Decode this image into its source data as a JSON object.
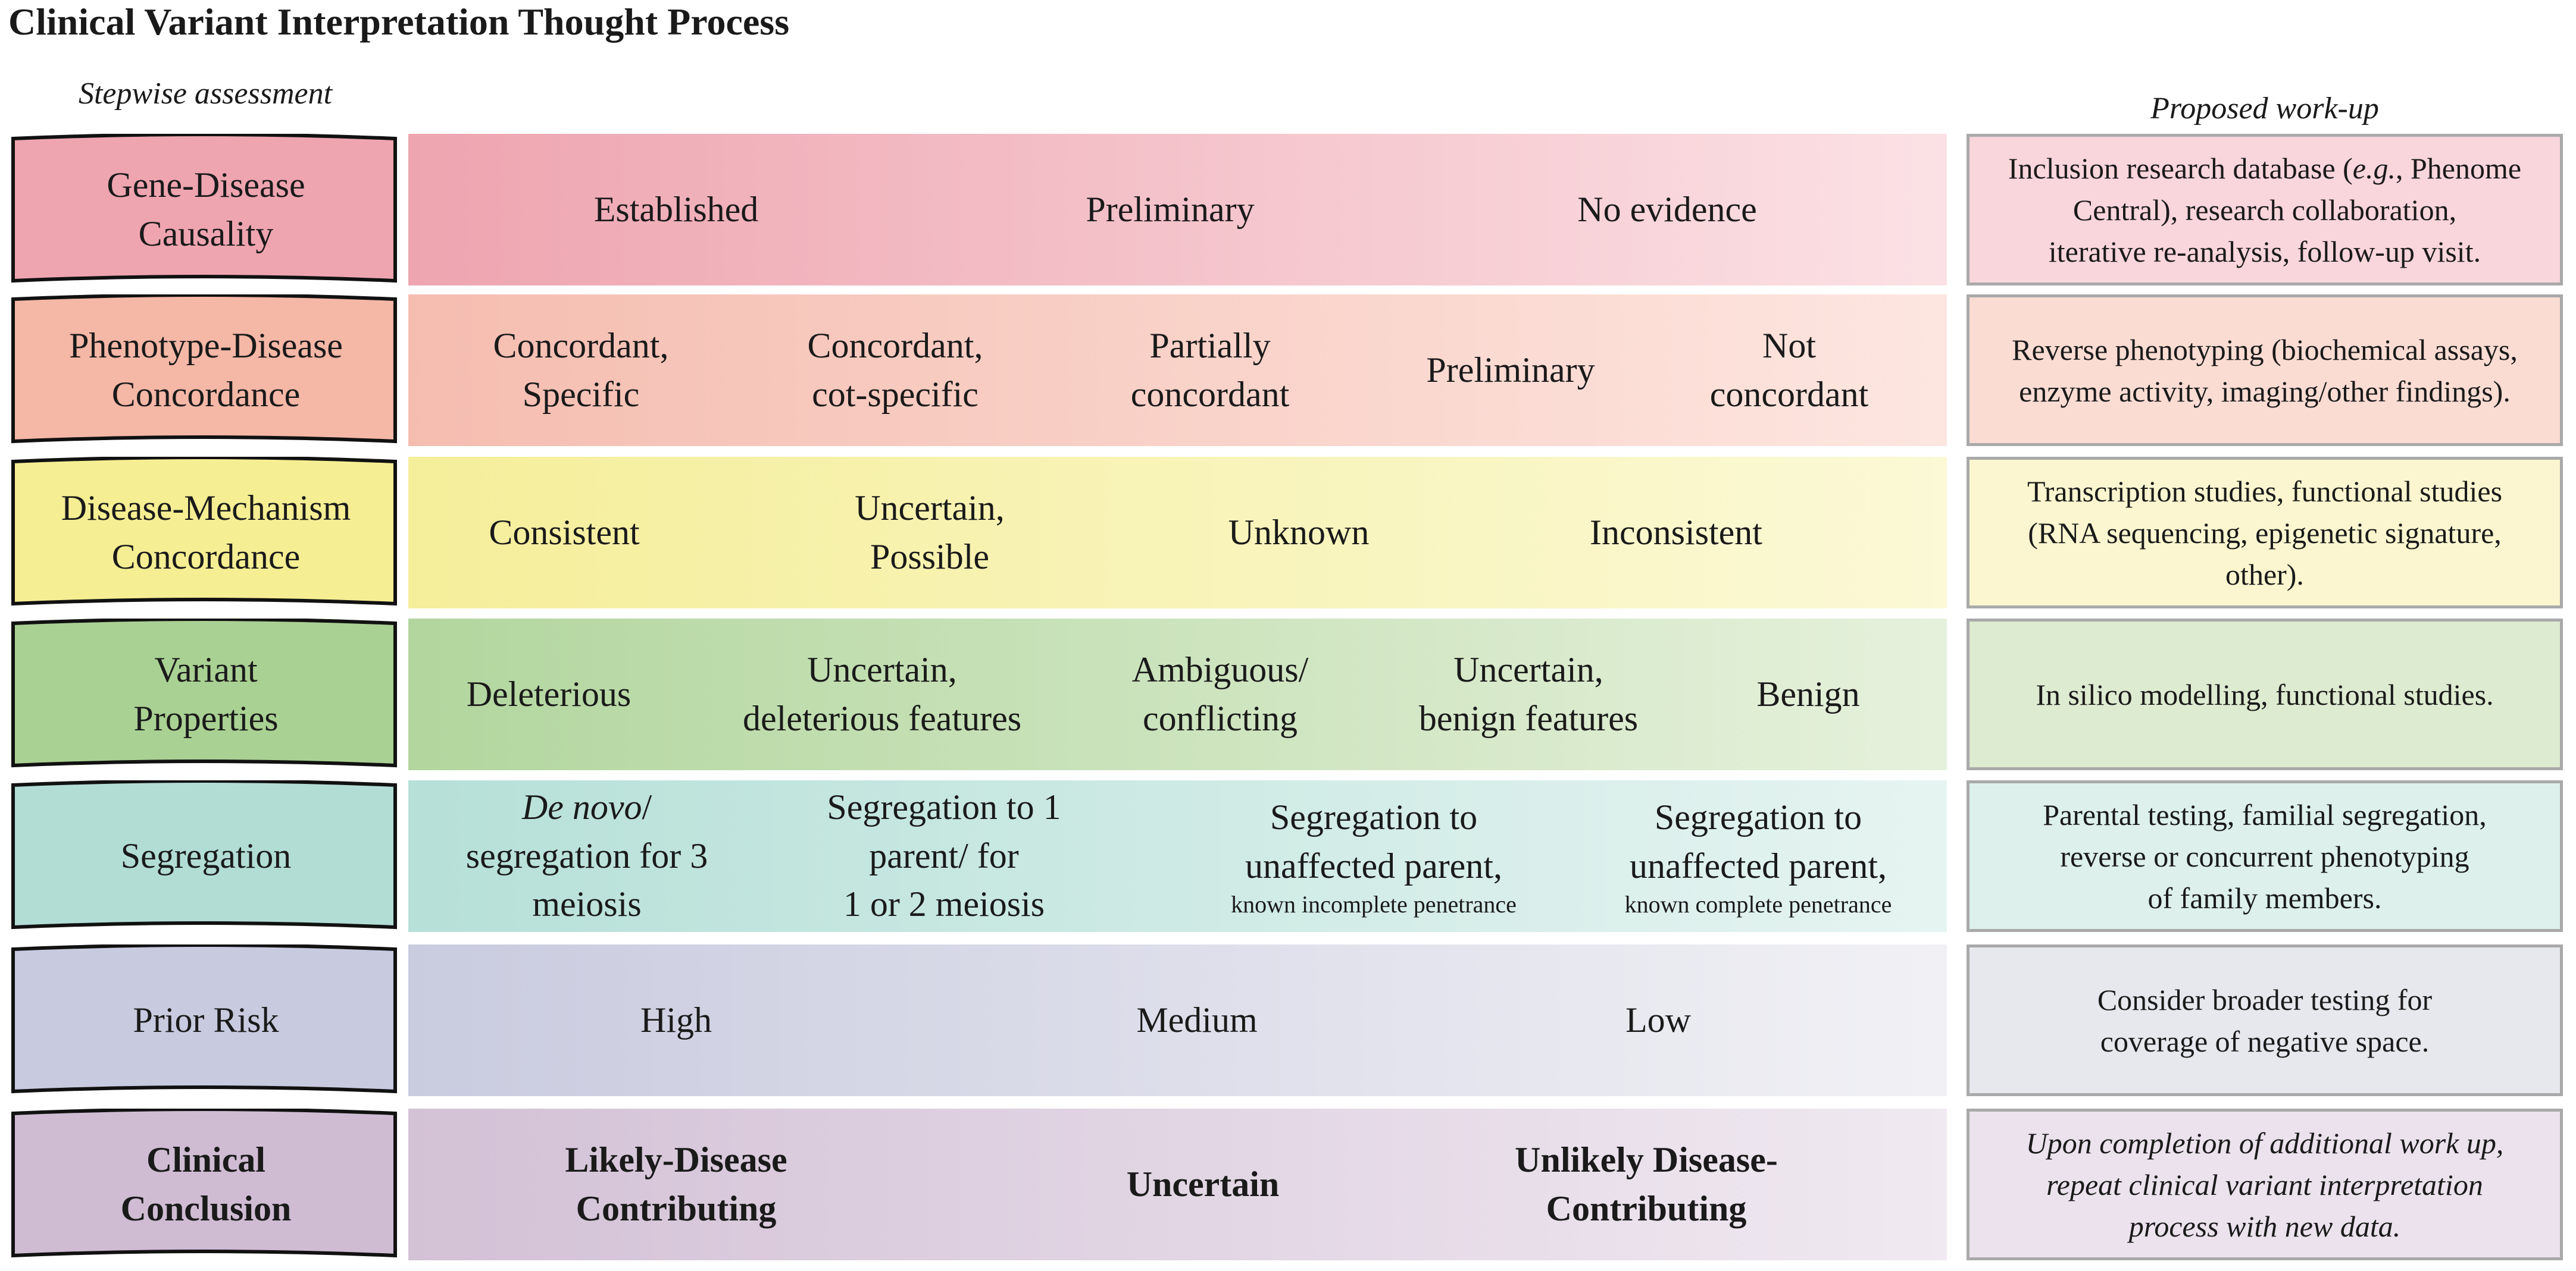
{
  "title": "Clinical Variant Interpretation Thought Process",
  "headers": {
    "left": "Stepwise assessment",
    "right": "Proposed work-up"
  },
  "rows": [
    {
      "label": [
        "Gene-Disease",
        "Causality"
      ],
      "color": "#eea5b0",
      "band_start": "#eea5b0",
      "band_end": "#fbe1e5",
      "workup_bg": "#f9d5dc",
      "cells": [
        {
          "lines": [
            "Established"
          ]
        },
        {
          "lines": [
            "Preliminary"
          ]
        },
        {
          "lines": [
            "No evidence"
          ]
        }
      ],
      "workup": [
        "Inclusion research database (e.g., Phenome",
        "Central), research collaboration,",
        "iterative re-analysis, follow-up visit."
      ]
    },
    {
      "label": [
        "Phenotype-Disease",
        "Concordance"
      ],
      "color": "#f5b7a6",
      "band_start": "#f5bdb0",
      "band_end": "#fde6e0",
      "workup_bg": "#fbdcd3",
      "cells": [
        {
          "lines": [
            "Concordant,",
            "Specific"
          ]
        },
        {
          "lines": [
            "Concordant,",
            "cot-specific"
          ]
        },
        {
          "lines": [
            "Partially",
            "concordant"
          ]
        },
        {
          "lines": [
            "Preliminary"
          ]
        },
        {
          "lines": [
            "Not",
            "concordant"
          ]
        }
      ],
      "workup": [
        "Reverse phenotyping (biochemical assays,",
        "enzyme activity, imaging/other findings)."
      ]
    },
    {
      "label": [
        "Disease-Mechanism",
        "Concordance"
      ],
      "color": "#f5ee93",
      "band_start": "#f5ee9a",
      "band_end": "#fbf9d6",
      "workup_bg": "#fbf6cf",
      "cells": [
        {
          "lines": [
            "Consistent"
          ]
        },
        {
          "lines": [
            "Uncertain,",
            "Possible"
          ]
        },
        {
          "lines": [
            "Unknown"
          ]
        },
        {
          "lines": [
            "Inconsistent"
          ]
        }
      ],
      "workup": [
        "Transcription studies, functional studies",
        "(RNA sequencing, epigenetic signature,",
        "other)."
      ]
    },
    {
      "label": [
        "Variant",
        "Properties"
      ],
      "color": "#a9d193",
      "band_start": "#b2d69e",
      "band_end": "#e6f1dc",
      "workup_bg": "#ddebd0",
      "cells": [
        {
          "lines": [
            "Deleterious"
          ]
        },
        {
          "lines": [
            "Uncertain,",
            "deleterious features"
          ]
        },
        {
          "lines": [
            "Ambiguous/",
            "conflicting"
          ]
        },
        {
          "lines": [
            "Uncertain,",
            "benign features"
          ]
        },
        {
          "lines": [
            "Benign"
          ]
        }
      ],
      "workup": [
        "In silico modelling, functional studies."
      ]
    },
    {
      "label": [
        "Segregation"
      ],
      "color": "#b1ddd5",
      "band_start": "#b6e0d8",
      "band_end": "#e6f4f1",
      "workup_bg": "#ddf0ec",
      "cells": [
        {
          "lines": [
            "De novo/",
            "segregation for 3",
            "meiosis"
          ]
        },
        {
          "lines": [
            "Segregation to 1",
            "parent/ for",
            "1 or 2 meiosis"
          ]
        },
        {
          "lines": [
            "Segregation to",
            "unaffected parent,"
          ],
          "small": "known incomplete penetrance"
        },
        {
          "lines": [
            "Segregation to",
            "unaffected parent,"
          ],
          "small": "known complete penetrance"
        }
      ],
      "workup": [
        "Parental testing, familial segregation,",
        "reverse or concurrent phenotyping",
        "of family members."
      ]
    },
    {
      "label": [
        "Prior Risk"
      ],
      "color": "#c8cadf",
      "band_start": "#c9cbdf",
      "band_end": "#f1f1f5",
      "workup_bg": "#e7e7ee",
      "cells": [
        {
          "lines": [
            "High"
          ]
        },
        {
          "lines": [
            "Medium"
          ]
        },
        {
          "lines": [
            "Low"
          ]
        }
      ],
      "workup": [
        "Consider broader testing for",
        "coverage of negative space."
      ]
    },
    {
      "label": [
        "Clinical",
        "Conclusion"
      ],
      "color": "#cfbcd3",
      "band_start": "#d3c1d6",
      "band_end": "#f0e9f1",
      "workup_bg": "#ece2ee",
      "bold": true,
      "cells": [
        {
          "lines": [
            "Likely-Disease",
            "Contributing"
          ]
        },
        {
          "lines": [
            "Uncertain"
          ]
        },
        {
          "lines": [
            "Unlikely Disease-",
            "Contributing"
          ]
        }
      ],
      "workup": [
        "Upon completion of additional work up,",
        "repeat clinical variant interpretation",
        "process with new data."
      ],
      "workup_italic": true
    }
  ]
}
